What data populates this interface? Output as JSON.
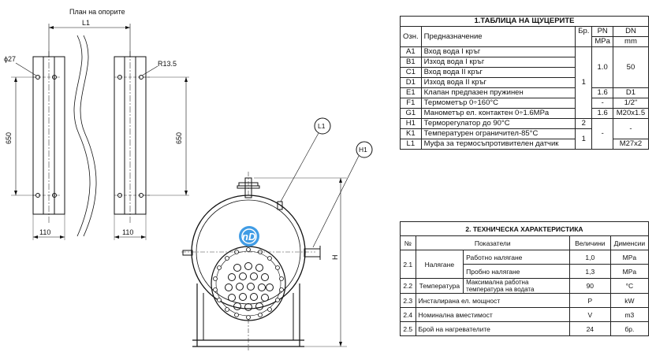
{
  "drawing": {
    "title_supports": "План на опорите",
    "dim_L1": "L1",
    "dim_hole_dia": "ϕ27",
    "dim_radius": "R13.5",
    "dim_650_left": "650",
    "dim_650_right": "650",
    "dim_110_left": "110",
    "dim_110_right": "110",
    "dim_H": "H",
    "callout_L1": "L1",
    "callout_H1": "H1",
    "logo_text": "nD"
  },
  "table1": {
    "title": "1.ТАБЛИЦА НА ЩУЦЕРИТЕ",
    "headers": {
      "code": "Озн.",
      "purpose": "Предназначение",
      "qty": "Бр.",
      "pn": "PN",
      "pn_unit": "MPa",
      "dn": "DN",
      "dn_unit": "mm"
    },
    "rows": [
      {
        "code": "A1",
        "purpose": "Вход вода I кръг"
      },
      {
        "code": "B1",
        "purpose": "Изход вода I кръг"
      },
      {
        "code": "C1",
        "purpose": "Вход вода II кръг"
      },
      {
        "code": "D1",
        "purpose": "Изход вода II кръг"
      },
      {
        "code": "E1",
        "purpose": "Клапан предпазен пружинен"
      },
      {
        "code": "F1",
        "purpose": "Термометър 0÷160°C"
      },
      {
        "code": "G1",
        "purpose": "Манометър ел. контактен 0÷1.6MPa"
      },
      {
        "code": "H1",
        "purpose": "Терморегулатор до 90°C"
      },
      {
        "code": "K1",
        "purpose": "Температурен ограничител-85°C"
      },
      {
        "code": "L1",
        "purpose": "Муфа за термосъпротивителен датчик"
      }
    ],
    "merged": {
      "qty_a_to_g": "1",
      "pn_a_to_d": "1.0",
      "dn_a_to_d": "50",
      "pn_e": "1.6",
      "dn_e": "D1",
      "pn_f": "-",
      "dn_f": "1/2\"",
      "pn_g": "1.6",
      "dn_g": "M20x1.5",
      "qty_h": "2",
      "qty_k_l": "1",
      "pn_h_to_l": "-",
      "dn_h_k": "-",
      "dn_l": "M27x2"
    }
  },
  "table2": {
    "title": "2. ТЕХНИЧЕСКА ХАРАКТЕРИСТИКА",
    "headers": {
      "no": "№",
      "indicator": "Показатели",
      "value": "Величини",
      "unit": "Дименсии"
    },
    "rows": [
      {
        "no": "2.1",
        "group": "Налягане",
        "sub": "Работно налягане",
        "value": "1,0",
        "unit": "MPa"
      },
      {
        "no": "",
        "group": "",
        "sub": "Пробно налягане",
        "value": "1,3",
        "unit": "MPa"
      },
      {
        "no": "2.2",
        "group": "Температура",
        "sub": "Максимална работна температура на водата",
        "value": "90",
        "unit": "°C"
      },
      {
        "no": "2.3",
        "text": "Инсталирана ел. мощност",
        "value": "P",
        "unit": "kW"
      },
      {
        "no": "2.4",
        "text": "Номинална вместимост",
        "value": "V",
        "unit": "m3"
      },
      {
        "no": "2.5",
        "text": "Брой на нагревателите",
        "value": "24",
        "unit": "бр."
      }
    ]
  }
}
